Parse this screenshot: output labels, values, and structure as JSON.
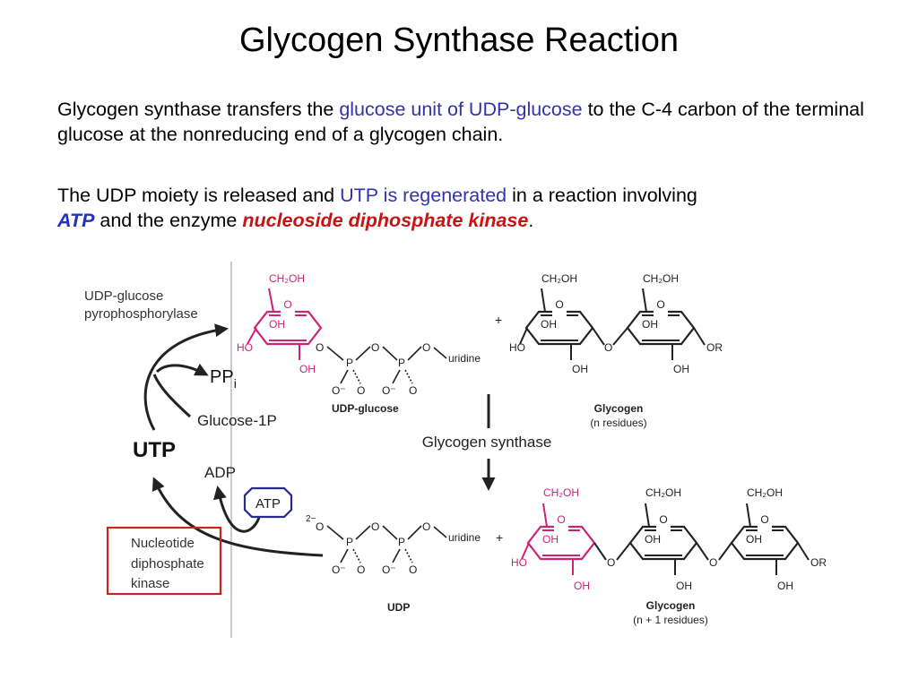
{
  "title": "Glycogen Synthase Reaction",
  "paragraph1": {
    "part1": "Glycogen synthase transfers the ",
    "highlight": "glucose unit of UDP-glucose",
    "part2": " to the C-4 carbon of the terminal glucose at the nonreducing end of a glycogen chain."
  },
  "paragraph2": {
    "part1": "The UDP moiety is released and ",
    "highlight": "UTP is regenerated",
    "part2": " in a reaction involving ",
    "atp": "ATP",
    "part3": " and the enzyme ",
    "enzyme": "nucleoside diphosphate kinase",
    "period": "."
  },
  "diagram": {
    "udp_glucose_pyrophosphorylase_line1": "UDP-glucose",
    "udp_glucose_pyrophosphorylase_line2": "pyrophosphorylase",
    "ppi": "PP",
    "ppi_sub": "i",
    "glucose_1p": "Glucose-1P",
    "utp": "UTP",
    "adp": "ADP",
    "atp": "ATP",
    "ndk_line1": "Nucleotide",
    "ndk_line2": "diphosphate",
    "ndk_line3": "kinase",
    "glycogen_synthase": "Glycogen synthase",
    "udp_glucose_label": "UDP-glucose",
    "glycogen_top_line1": "Glycogen",
    "glycogen_top_line2": "(n residues)",
    "udp_label": "UDP",
    "glycogen_bottom_line1": "Glycogen",
    "glycogen_bottom_line2": "(n + 1 residues)",
    "plus": "+",
    "uridine": "uridine",
    "charge_2minus": "2−",
    "ch2oh": "CH₂OH",
    "oh": "OH",
    "ho": "HO",
    "o": "O",
    "or": "OR",
    "p": "P",
    "o_minus": "O⁻"
  },
  "colors": {
    "magenta": "#cc2277",
    "blue_text": "#3333aa",
    "red_box": "#cc2222",
    "atp_border": "#2a2a88"
  }
}
